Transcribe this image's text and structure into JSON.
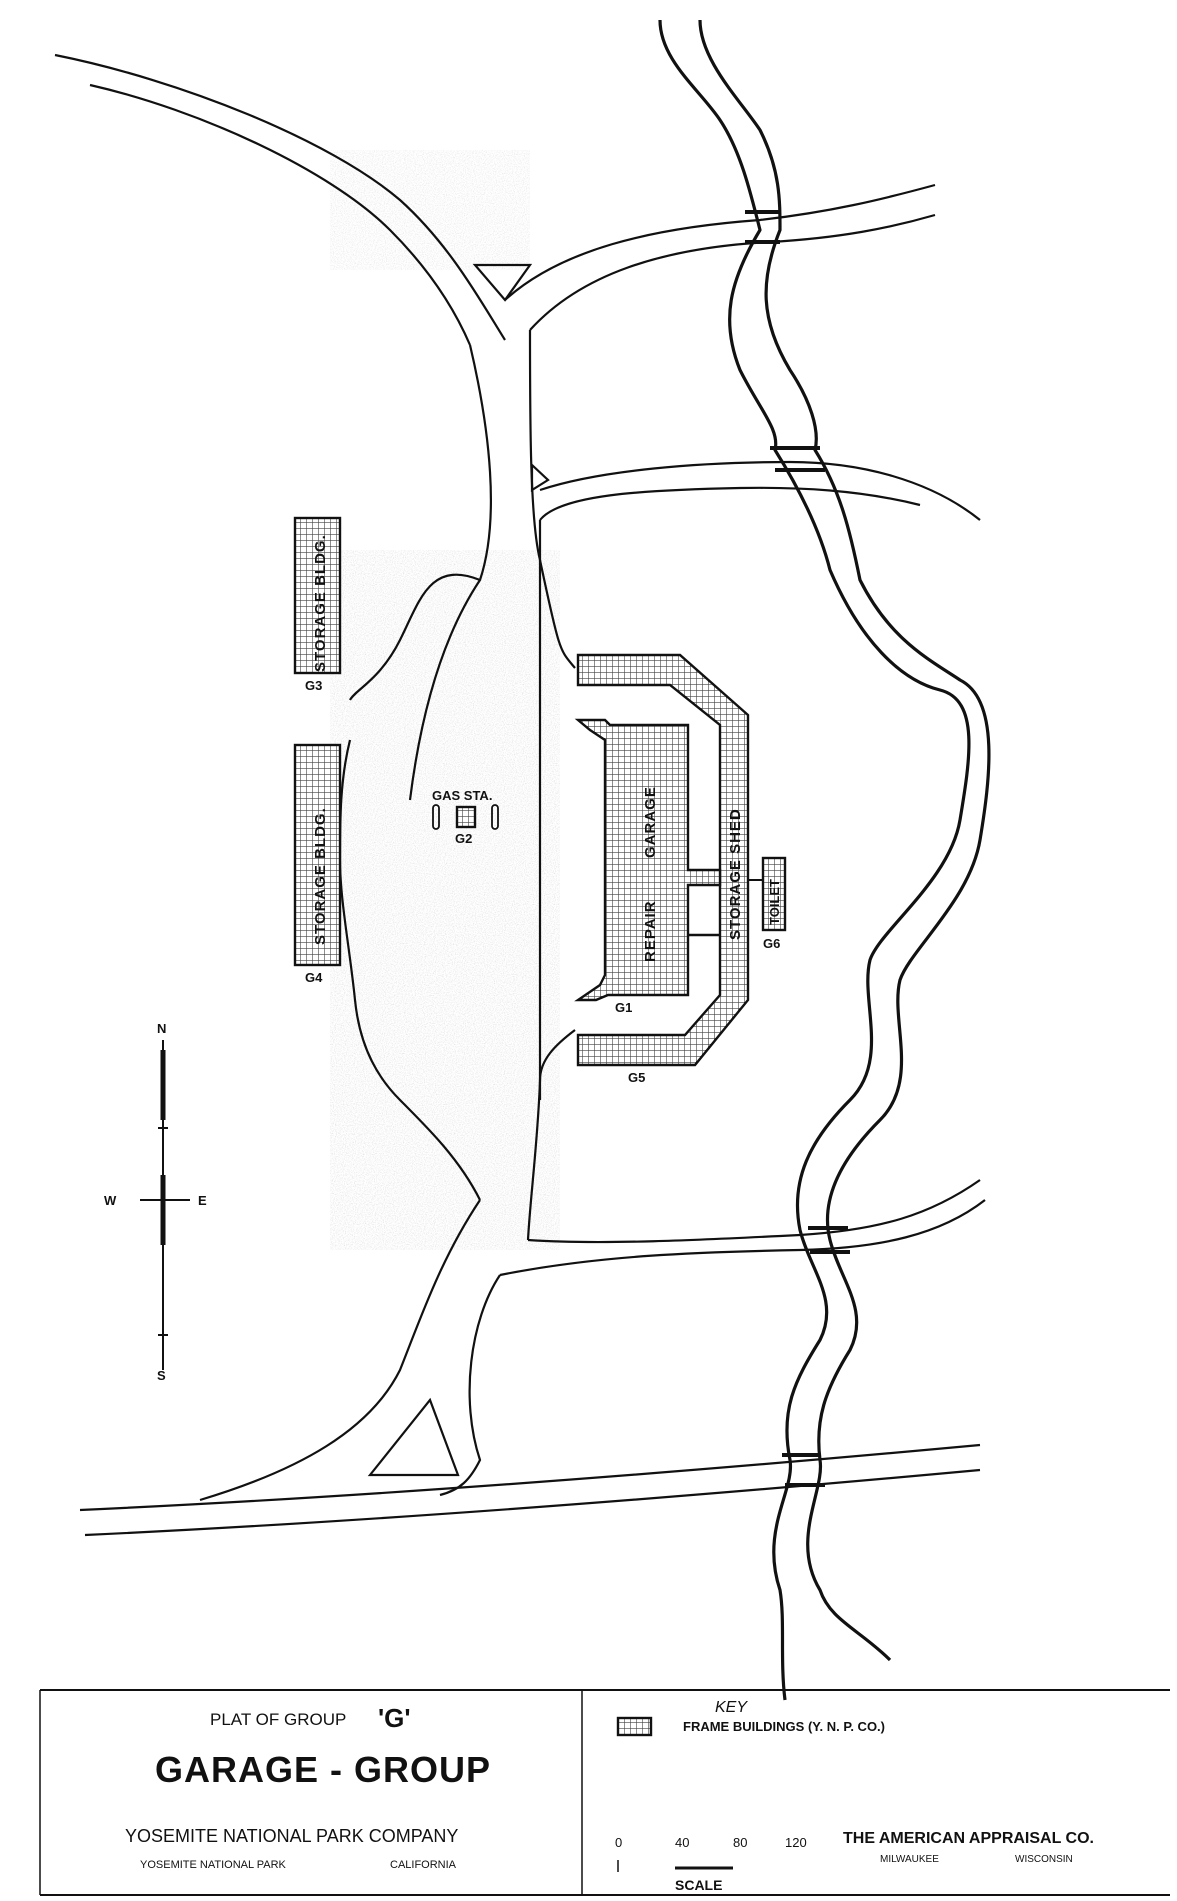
{
  "title_block": {
    "plat_label": "PLAT OF GROUP",
    "group_letter": "'G'",
    "main_title": "GARAGE - GROUP",
    "company": "YOSEMITE NATIONAL PARK COMPANY",
    "location_left": "YOSEMITE NATIONAL PARK",
    "location_right": "CALIFORNIA",
    "key_title": "KEY",
    "key_item": "FRAME BUILDINGS (Y. N. P. CO.)",
    "appraiser": "THE AMERICAN APPRAISAL CO.",
    "appraiser_city": "MILWAUKEE",
    "appraiser_state": "WISCONSIN",
    "scale_ticks": [
      "0",
      "40",
      "80",
      "120"
    ],
    "scale_label": "SCALE"
  },
  "compass": {
    "n": "N",
    "s": "S",
    "e": "E",
    "w": "W"
  },
  "buildings": {
    "g1_code": "G1",
    "g1_label_a": "REPAIR",
    "g1_label_b": "GARAGE",
    "g2_label": "GAS STA.",
    "g2_code": "G2",
    "g3_label": "STORAGE BLDG.",
    "g3_code": "G3",
    "g4_label": "STORAGE BLDG.",
    "g4_code": "G4",
    "g5_label": "STORAGE SHED",
    "g5_code": "G5",
    "g6_label": "TOILET",
    "g6_code": "G6"
  },
  "colors": {
    "ink": "#111111",
    "paper": "#ffffff",
    "hatch": "#444444"
  }
}
